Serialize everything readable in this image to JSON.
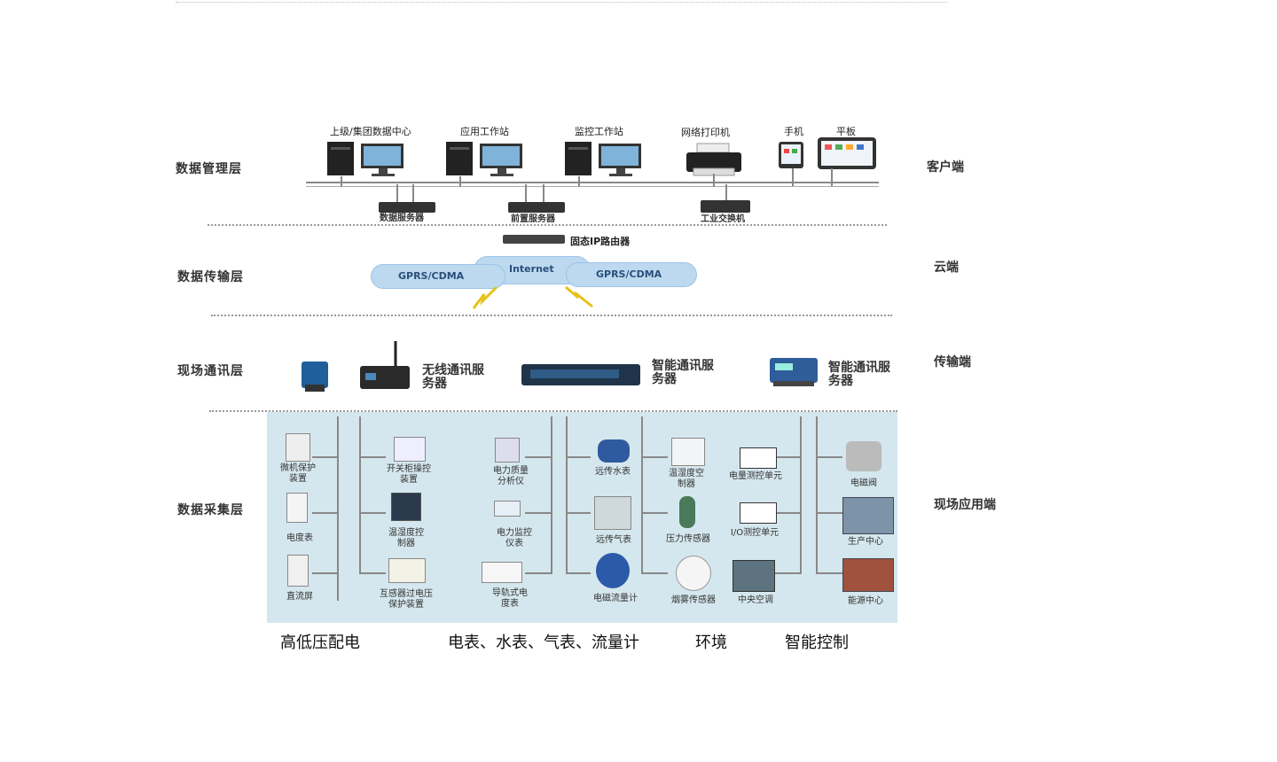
{
  "layers": {
    "management": "数据管理层",
    "transmission": "数据传输层",
    "field_comm": "现场通讯层",
    "collection": "数据采集层"
  },
  "sides": {
    "client": "客户端",
    "cloud": "云端",
    "transport": "传输端",
    "field_app": "现场应用端"
  },
  "management": {
    "group_center": "上级/集团数据中心",
    "app_station": "应用工作站",
    "monitor_station": "监控工作站",
    "network_printer": "网络打印机",
    "phone": "手机",
    "tablet": "平板",
    "data_server": "数据服务器",
    "front_server": "前置服务器",
    "industrial_switch": "工业交换机"
  },
  "transmission": {
    "router": "固态IP路由器",
    "internet": "Internet",
    "gprs_left": "GPRS/CDMA",
    "gprs_right": "GPRS/CDMA"
  },
  "field_comm": {
    "wireless_server": "无线通讯服务器",
    "smart_server_1": "智能通讯服务器",
    "smart_server_2": "智能通讯服务器"
  },
  "collection": {
    "col1": [
      "微机保护装置",
      "电度表",
      "直流屏"
    ],
    "col2": [
      "开关柜操控装置",
      "温湿度控制器",
      "互感器过电压保护装置"
    ],
    "col3": [
      "电力质量分析仪",
      "电力监控仪表",
      "导轨式电度表"
    ],
    "col4": [
      "远传水表",
      "远传气表",
      "电磁流量计"
    ],
    "col5": [
      "温湿度空制器",
      "压力传感器",
      "烟雾传感器"
    ],
    "col6": [
      "电量测控单元",
      "I/O测控单元",
      "中央空调"
    ],
    "col7": [
      "电磁阀",
      "生产中心",
      "能源中心"
    ]
  },
  "categories": {
    "hv_lv": "高低压配电",
    "meters": "电表、水表、气表、流量计",
    "env": "环境",
    "smart": "智能控制"
  }
}
